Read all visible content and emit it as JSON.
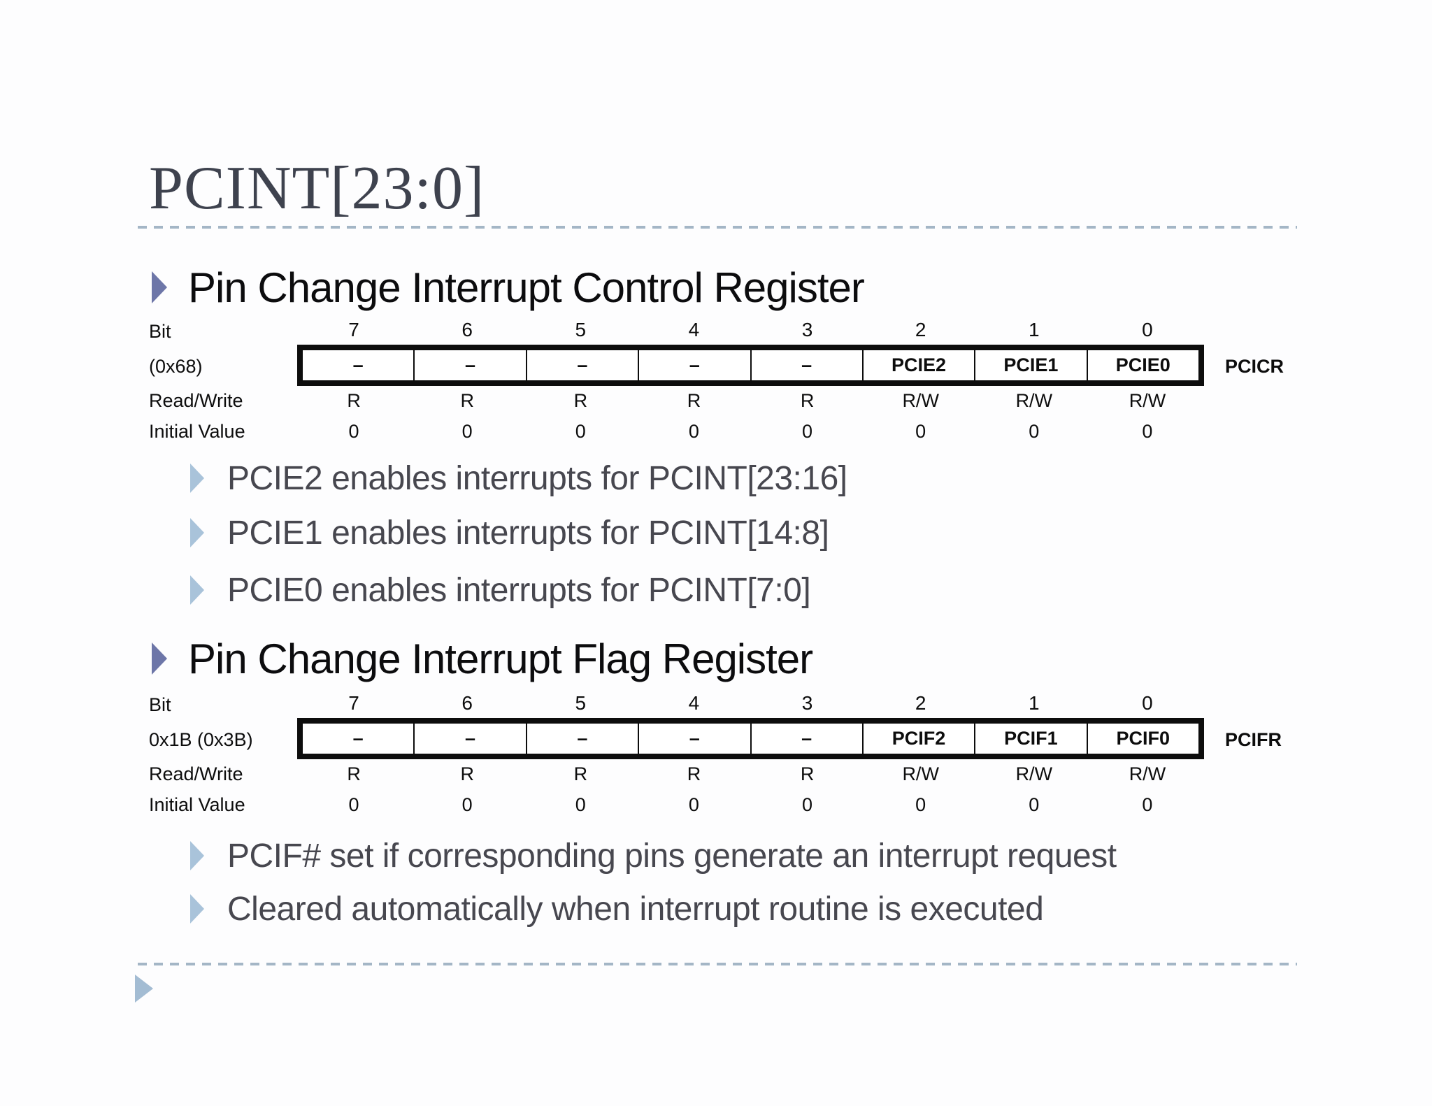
{
  "slide": {
    "title": "PCINT[23:0]"
  },
  "colors": {
    "title_text": "#3e424e",
    "heading_text": "#0c0c0e",
    "body_text": "#47474f",
    "bullet_level1": "#6d76a8",
    "bullet_level2": "#a9c3da",
    "footer_arrow": "#a3bcd3",
    "dashed_line": "#a4b6c6",
    "register_ink": "#0d0d0d"
  },
  "sections": [
    {
      "heading": "Pin Change Interrupt Control Register",
      "register": {
        "bit_label": "Bit",
        "address": "(0x68)",
        "name": "PCICR",
        "rw_label": "Read/Write",
        "iv_label": "Initial Value",
        "bits": [
          "7",
          "6",
          "5",
          "4",
          "3",
          "2",
          "1",
          "0"
        ],
        "fields": [
          "–",
          "–",
          "–",
          "–",
          "–",
          "PCIE2",
          "PCIE1",
          "PCIE0"
        ],
        "rw": [
          "R",
          "R",
          "R",
          "R",
          "R",
          "R/W",
          "R/W",
          "R/W"
        ],
        "initial": [
          "0",
          "0",
          "0",
          "0",
          "0",
          "0",
          "0",
          "0"
        ]
      },
      "bullets": [
        "PCIE2 enables interrupts for PCINT[23:16]",
        "PCIE1 enables interrupts for PCINT[14:8]",
        "PCIE0 enables interrupts for PCINT[7:0]"
      ]
    },
    {
      "heading": "Pin Change Interrupt Flag Register",
      "register": {
        "bit_label": "Bit",
        "address": "0x1B (0x3B)",
        "name": "PCIFR",
        "rw_label": "Read/Write",
        "iv_label": "Initial Value",
        "bits": [
          "7",
          "6",
          "5",
          "4",
          "3",
          "2",
          "1",
          "0"
        ],
        "fields": [
          "–",
          "–",
          "–",
          "–",
          "–",
          "PCIF2",
          "PCIF1",
          "PCIF0"
        ],
        "rw": [
          "R",
          "R",
          "R",
          "R",
          "R",
          "R/W",
          "R/W",
          "R/W"
        ],
        "initial": [
          "0",
          "0",
          "0",
          "0",
          "0",
          "0",
          "0",
          "0"
        ]
      },
      "bullets": [
        "PCIF# set if corresponding pins generate an interrupt request",
        "Cleared automatically when interrupt routine is executed"
      ]
    }
  ]
}
